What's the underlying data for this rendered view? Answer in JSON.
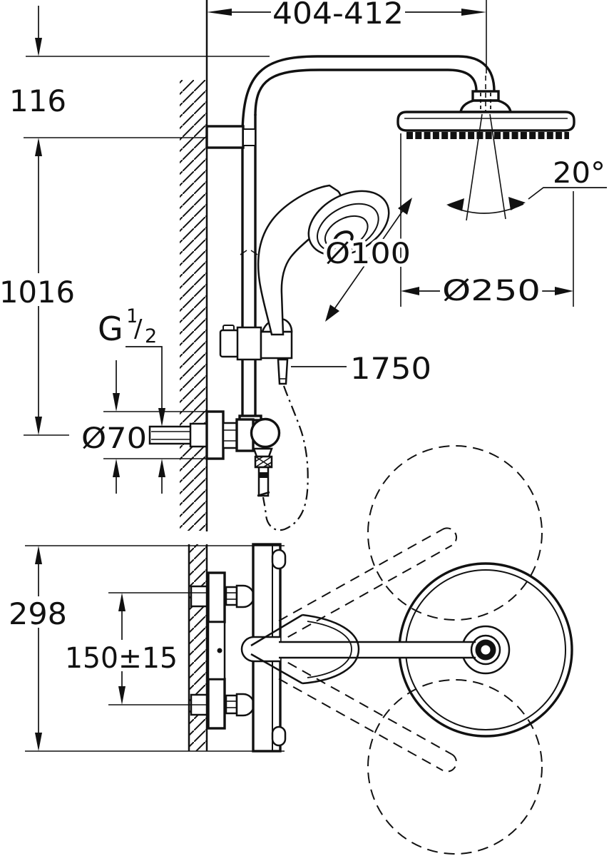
{
  "drawing": {
    "type": "technical-dimension-drawing",
    "subject": "wall-mounted shower system with head shower, hand shower and exposed thermostat (front view and top view)",
    "bg": "#ffffff",
    "ink": "#111111",
    "labels": {
      "top_width": "404-412",
      "offset_116": "116",
      "height_1016": "1016",
      "angle": "20°",
      "hand_dia": "Ø100",
      "head_dia": "Ø250",
      "thread_prefix": "G",
      "thread_num": "1",
      "thread_slash": "/",
      "thread_den": "2",
      "hose_length": "1750",
      "escutcheon_dia": "Ø70",
      "depth_298": "298",
      "inlet_spacing": "150±15"
    }
  }
}
